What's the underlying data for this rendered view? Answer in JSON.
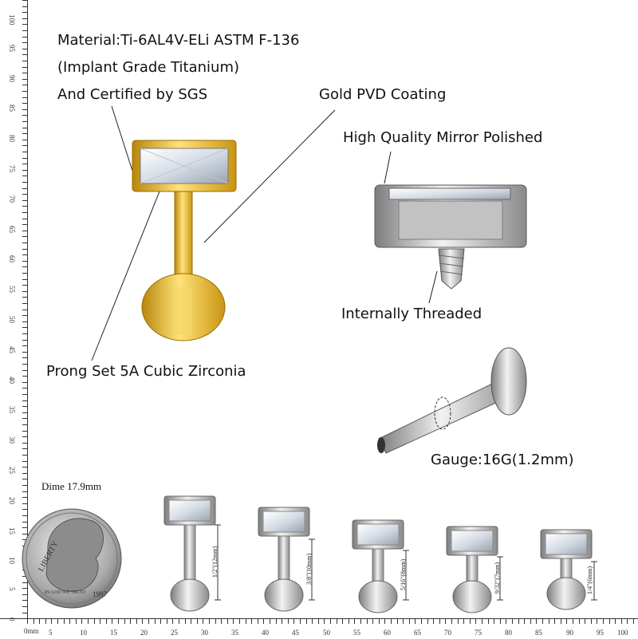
{
  "callouts": {
    "material_line1": "Material:Ti-6AL4V-ELi ASTM F-136",
    "material_line2": "(Implant Grade Titanium)",
    "material_line3": "And Certified by SGS",
    "coating": "Gold PVD Coating",
    "polish": "High Quality Mirror Polished",
    "threading": "Internally Threaded",
    "stone": "Prong Set 5A Cubic Zirconia",
    "gauge": "Gauge:16G(1.2mm)"
  },
  "dime": {
    "label": "Dime 17.9mm",
    "word": "LIBERTY",
    "motto": "IN GOD WE TRUST",
    "year": "1997"
  },
  "sizes": [
    {
      "label": "1/2\"(12mm)"
    },
    {
      "label": "3/8\"(10mm)"
    },
    {
      "label": "5/16\"(8mm)"
    },
    {
      "label": "9/32\"(7mm)"
    },
    {
      "label": "1/4\"(6mm)"
    }
  ],
  "ruler": {
    "unit_label": "0mm",
    "bottom_ticks": [
      "5",
      "10",
      "15",
      "20",
      "25",
      "30",
      "35",
      "40",
      "45",
      "50",
      "55",
      "60",
      "65",
      "70",
      "75",
      "80",
      "85",
      "90",
      "95",
      "100"
    ],
    "left_ticks": [
      "100",
      "95",
      "90",
      "85",
      "80",
      "75",
      "70",
      "65",
      "60",
      "55",
      "50",
      "45",
      "40",
      "35",
      "30",
      "25",
      "20",
      "15",
      "10",
      "5",
      "0"
    ]
  },
  "colors": {
    "gold": "#e8b92a",
    "steel": "#b8b8b8"
  }
}
